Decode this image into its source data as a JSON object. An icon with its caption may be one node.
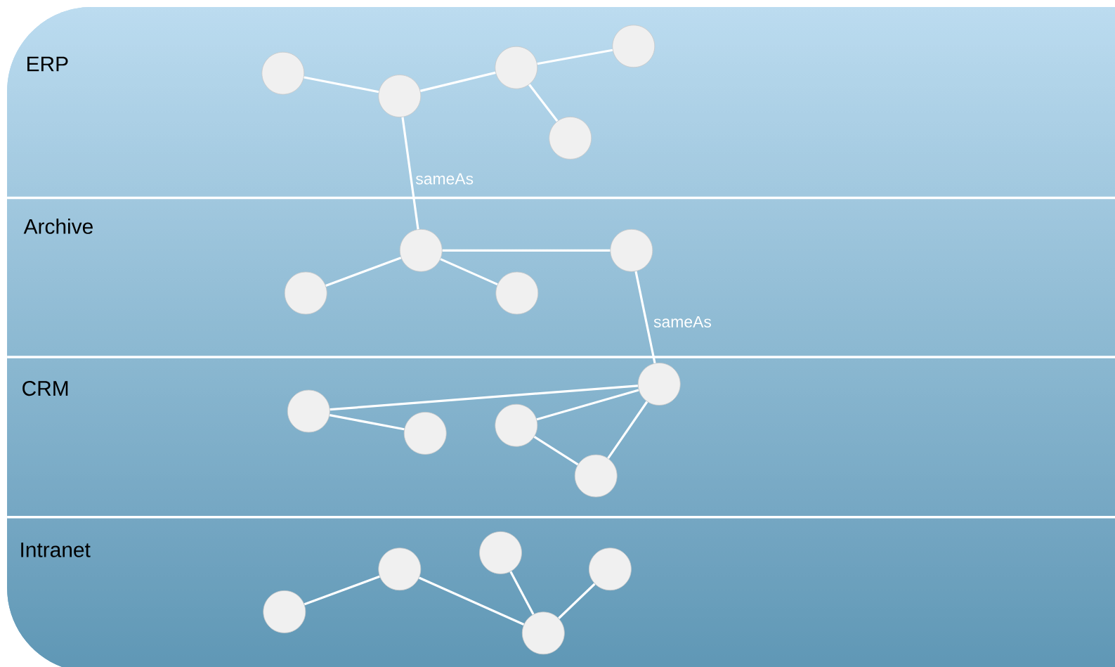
{
  "diagram": {
    "nodes": [
      {
        "text": [
          "ERP"
        ]
      },
      {
        "text": [],
        "shape": "circle",
        "in": 0
      },
      {
        "text": [],
        "shape": "circle",
        "in": 0
      },
      {
        "text": [],
        "shape": "circle",
        "in": 0
      },
      {
        "text": [],
        "shape": "circle",
        "in": 0
      },
      {
        "text": [],
        "shape": "circle",
        "in": 0
      },
      {
        "text": [
          "Archive"
        ]
      },
      {
        "text": [],
        "shape": "circle",
        "in": 6
      },
      {
        "text": [],
        "shape": "circle",
        "in": 6
      },
      {
        "text": [],
        "shape": "circle",
        "in": 6
      },
      {
        "text": [],
        "shape": "circle",
        "in": 6
      },
      {
        "text": [
          "CRM"
        ]
      },
      {
        "text": [],
        "shape": "circle",
        "in": 11
      },
      {
        "text": [],
        "shape": "circle",
        "in": 11
      },
      {
        "text": [],
        "shape": "circle",
        "in": 11
      },
      {
        "text": [],
        "shape": "circle",
        "in": 11
      },
      {
        "text": [],
        "shape": "circle",
        "in": 11
      },
      {
        "text": [
          "Intranet"
        ]
      },
      {
        "text": [],
        "shape": "circle",
        "in": 17
      },
      {
        "text": [],
        "shape": "circle",
        "in": 17
      },
      {
        "text": [],
        "shape": "circle",
        "in": 17
      },
      {
        "text": [],
        "shape": "circle",
        "in": 17
      },
      {
        "text": [],
        "shape": "circle",
        "in": 17
      }
    ],
    "edges": [
      {
        "from": 1,
        "to": 2,
        "arrow": "none"
      },
      {
        "from": 2,
        "to": 3,
        "arrow": "none"
      },
      {
        "from": 3,
        "to": 4,
        "arrow": "none"
      },
      {
        "from": 3,
        "to": 5,
        "arrow": "none"
      },
      {
        "from": 2,
        "to": 7,
        "arrow": "none",
        "label": "sameAs"
      },
      {
        "from": 7,
        "to": 9,
        "arrow": "none"
      },
      {
        "from": 7,
        "to": 10,
        "arrow": "none"
      },
      {
        "from": 7,
        "to": 8,
        "arrow": "none"
      },
      {
        "from": 8,
        "to": 12,
        "arrow": "none",
        "label": "sameAs"
      },
      {
        "from": 13,
        "to": 12,
        "arrow": "none"
      },
      {
        "from": 13,
        "to": 15,
        "arrow": "none"
      },
      {
        "from": 14,
        "to": 12,
        "arrow": "none"
      },
      {
        "from": 14,
        "to": 16,
        "arrow": "none"
      },
      {
        "from": 16,
        "to": 12,
        "arrow": "none"
      },
      {
        "from": 21,
        "to": 19,
        "arrow": "none"
      },
      {
        "from": 19,
        "to": 22,
        "arrow": "none"
      },
      {
        "from": 18,
        "to": 22,
        "arrow": "none"
      },
      {
        "from": 22,
        "to": 20,
        "arrow": "none"
      }
    ]
  }
}
